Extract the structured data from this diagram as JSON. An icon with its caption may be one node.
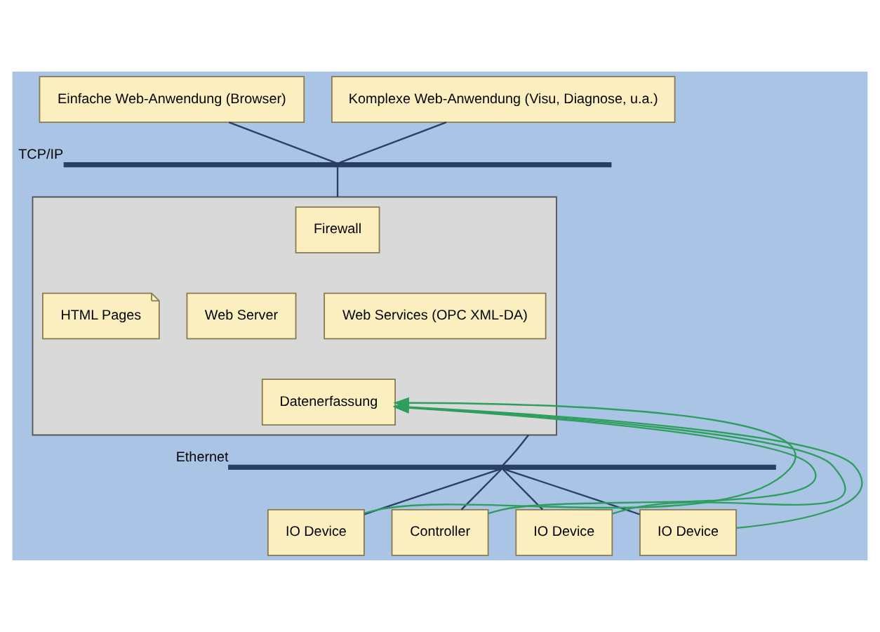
{
  "diagram": {
    "nodes": [
      {
        "text": [
          "Einfache Web-Anwendung (Browser)"
        ]
      },
      {
        "text": [
          "Komplexe Web-Anwendung (Visu, Diagnose, u.a.)"
        ]
      },
      {
        "text": [],
        "shape": "bar",
        "beside": [
          "TCP/IP"
        ]
      },
      {
        "text": [],
        "shape": "box"
      },
      {
        "text": [
          "Firewall"
        ],
        "in": 3
      },
      {
        "text": [
          "HTML Pages"
        ],
        "in": 3
      },
      {
        "text": [
          "Web Server"
        ],
        "in": 3
      },
      {
        "text": [
          "Web Services (OPC XML-DA)"
        ],
        "in": 3
      },
      {
        "text": [
          "Datenerfassung"
        ],
        "in": 3
      },
      {
        "text": [],
        "shape": "bar",
        "beside": [
          "Ethernet"
        ]
      },
      {
        "text": [
          "IO Device"
        ]
      },
      {
        "text": [
          "Controller"
        ]
      },
      {
        "text": [
          "IO Device"
        ]
      },
      {
        "text": [
          "IO Device"
        ]
      }
    ],
    "edges": [
      {
        "from": 0,
        "to": 2,
        "arrow": "none"
      },
      {
        "from": 1,
        "to": 2,
        "arrow": "none"
      },
      {
        "from": 2,
        "to": 3,
        "arrow": "none"
      },
      {
        "from": 3,
        "to": 9,
        "arrow": "none"
      },
      {
        "from": 9,
        "to": 10,
        "arrow": "none"
      },
      {
        "from": 9,
        "to": 11,
        "arrow": "none"
      },
      {
        "from": 9,
        "to": 12,
        "arrow": "none"
      },
      {
        "from": 9,
        "to": 13,
        "arrow": "none"
      },
      {
        "from": 10,
        "to": 8,
        "arrow": "to",
        "color": "#2e9e5e"
      },
      {
        "from": 11,
        "to": 8,
        "arrow": "to",
        "color": "#2e9e5e"
      },
      {
        "from": 12,
        "to": 8,
        "arrow": "to",
        "color": "#2e9e5e"
      },
      {
        "from": 13,
        "to": 8,
        "arrow": "to",
        "color": "#2e9e5e"
      }
    ]
  }
}
